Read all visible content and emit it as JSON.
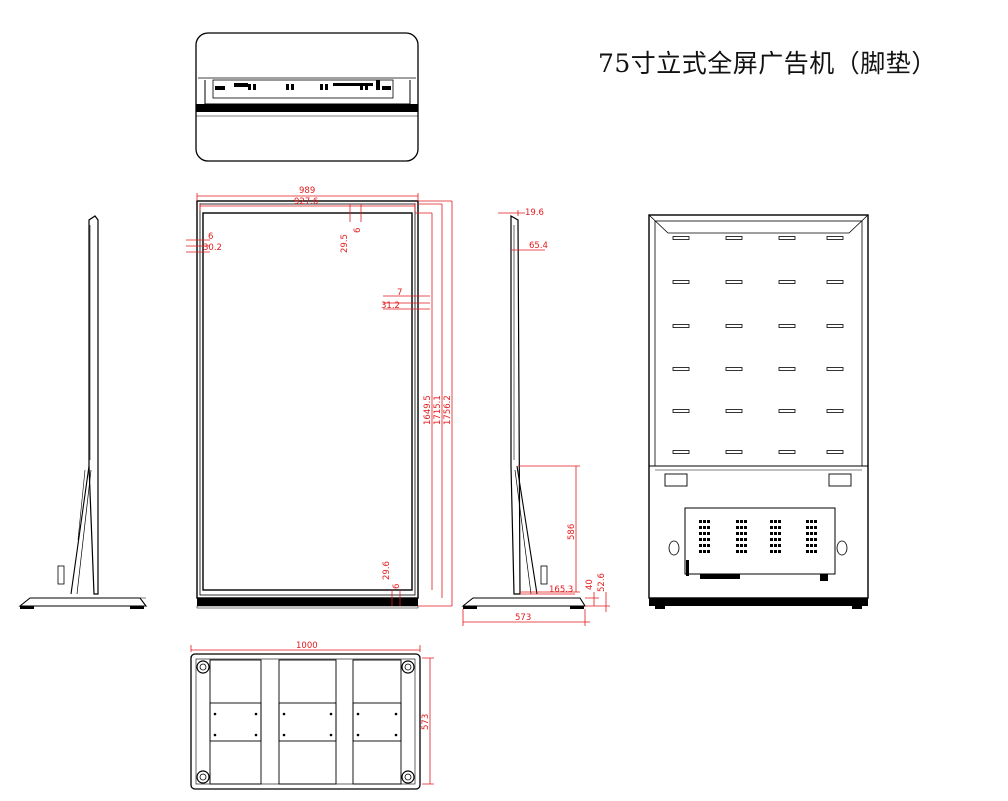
{
  "title": "75寸立式全屏广告机（脚垫）",
  "colors": {
    "outline": "#000000",
    "dimension": "#e41a1c"
  },
  "dimensions": {
    "front_width": "989",
    "front_inner_width": "927.6",
    "bezel_side": "6",
    "bezel_side_total": "30.2",
    "top_bezel_a": "29.5",
    "top_bezel_b": "6",
    "right_bezel_a": "7",
    "right_bezel_b": "31.2",
    "height_screen": "1649.5",
    "height_body": "1715.1",
    "height_total": "1756.2",
    "bottom_a": "29.6",
    "bottom_b": "6",
    "side_top": "19.6",
    "side_depth": "65.4",
    "stand_height": "586",
    "stand_offset": "165.3",
    "foot_a": "40",
    "foot_b": "52.6",
    "base_depth": "573",
    "base_width": "1000",
    "base_depth_2": "573"
  }
}
